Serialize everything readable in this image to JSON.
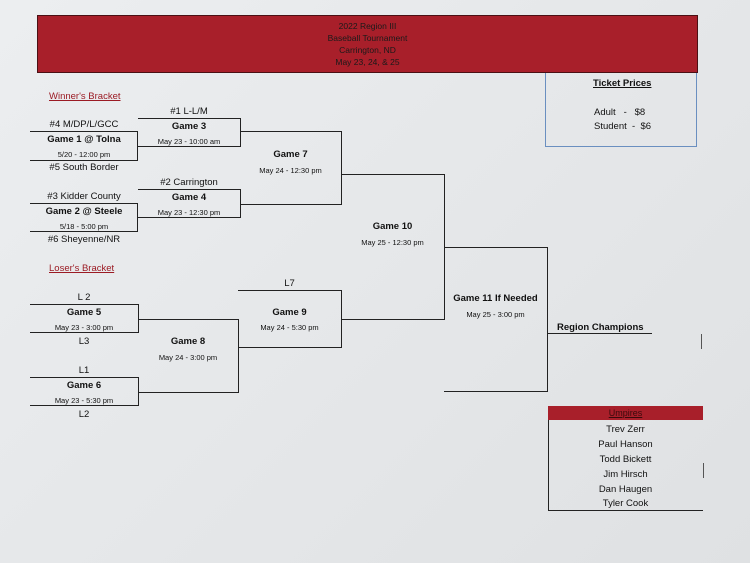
{
  "header": {
    "line1": "2022 Region III",
    "line2": "Baseball Tournament",
    "line3": "Carrington, ND",
    "line4": "May 23, 24, & 25"
  },
  "ticket_prices": {
    "title": "Ticket Prices",
    "adult": "Adult   -   $8",
    "student": "Student  -  $6"
  },
  "winners_bracket": {
    "label": "Winner's Bracket",
    "game1": {
      "team_top": "#4 M/DP/L/GCC",
      "name": "Game 1 @ Tolna",
      "time": "5/20 - 12:00 pm",
      "team_bottom": "#5 South Border"
    },
    "game2": {
      "team_top": "#3 Kidder County",
      "name": "Game 2 @ Steele",
      "time": "5/18 - 5:00 pm",
      "team_bottom": "#6 Sheyenne/NR"
    },
    "game3": {
      "seed": "#1 L-L/M",
      "name": "Game 3",
      "time": "May 23 - 10:00 am"
    },
    "game4": {
      "seed": "#2 Carrington",
      "name": "Game 4",
      "time": "May 23 - 12:30 pm"
    },
    "game7": {
      "name": "Game 7",
      "time": "May 24 - 12:30 pm"
    },
    "game10": {
      "name": "Game 10",
      "time": "May 25 - 12:30 pm"
    }
  },
  "losers_bracket": {
    "label": "Loser's Bracket",
    "game5": {
      "team_top": "L 2",
      "name": "Game 5",
      "time": "May 23 - 3:00 pm",
      "team_bottom": "L3"
    },
    "game6": {
      "team_top": "L1",
      "name": "Game 6",
      "time": "May 23 - 5:30 pm",
      "team_bottom": "L2"
    },
    "game8": {
      "name": "Game 8",
      "time": "May 24 - 3:00 pm"
    },
    "game9": {
      "team_top": "L7",
      "name": "Game 9",
      "time": "May 24 - 5:30 pm"
    }
  },
  "final": {
    "game11": {
      "name": "Game 11 If Needed",
      "time": "May 25 - 3:00 pm"
    },
    "champion_label": "Region Champions"
  },
  "umpires": {
    "title": "Umpires",
    "names": [
      "Trev Zerr",
      "Paul Hanson",
      "Todd Bickett",
      "Jim Hirsch",
      "Dan Haugen",
      "Tyler Cook"
    ]
  }
}
